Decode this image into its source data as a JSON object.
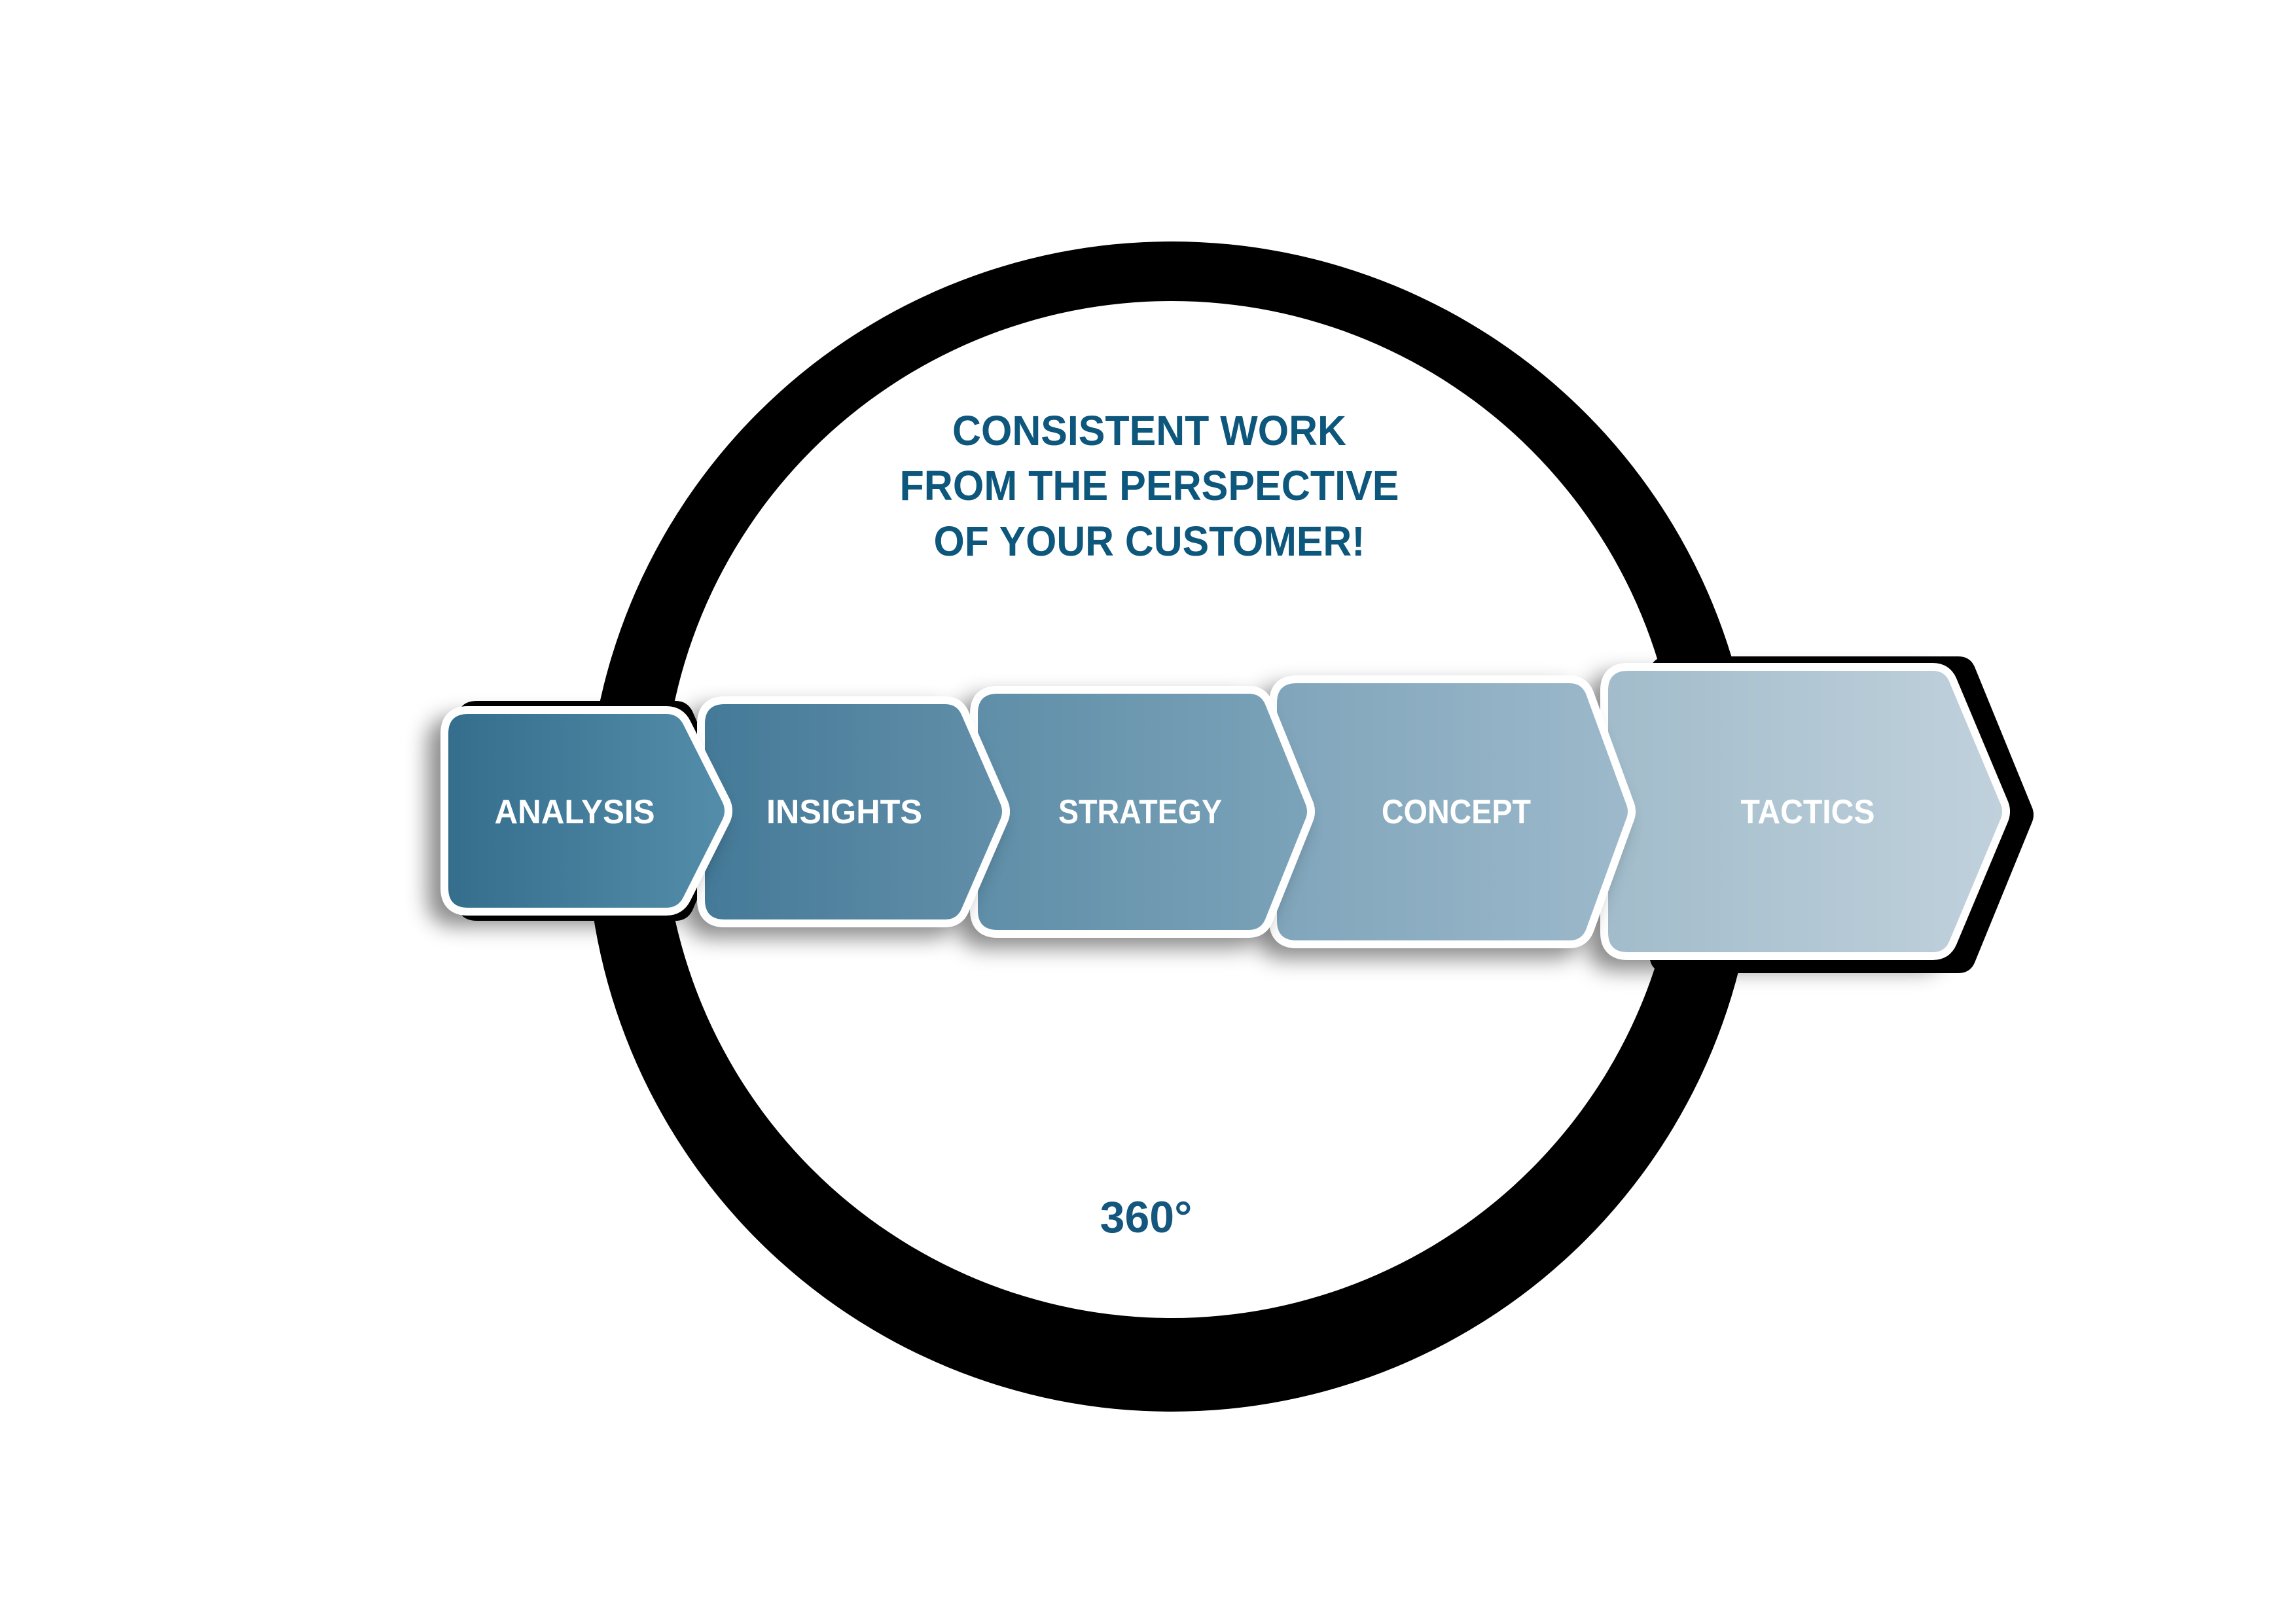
{
  "title": {
    "line1": "CONSISTENT WORK",
    "line2": "FROM THE PERSPECTIVE",
    "line3": "OF YOUR CUSTOMER!"
  },
  "center_label": "360°",
  "steps": [
    {
      "label": "ANALYSIS"
    },
    {
      "label": "INSIGHTS"
    },
    {
      "label": "STRATEGY"
    },
    {
      "label": "CONCEPT"
    },
    {
      "label": "TACTICS"
    }
  ],
  "colors": {
    "title_text": "#0d567c",
    "center_label_text": "#14567d",
    "step_label_text": "#ffffff",
    "ring": "#000000",
    "ring_inner": "#ffffff",
    "backing": "#000000",
    "step1_from": "#356e8d",
    "step1_to": "#538da9",
    "step2_from": "#447a98",
    "step2_to": "#628fa9",
    "step3_from": "#5f8ea8",
    "step3_to": "#7ba3b9",
    "step4_from": "#80a5bb",
    "step4_to": "#9db9cb",
    "step5_from": "#a2bccb",
    "step5_to": "#c0d1dc"
  }
}
